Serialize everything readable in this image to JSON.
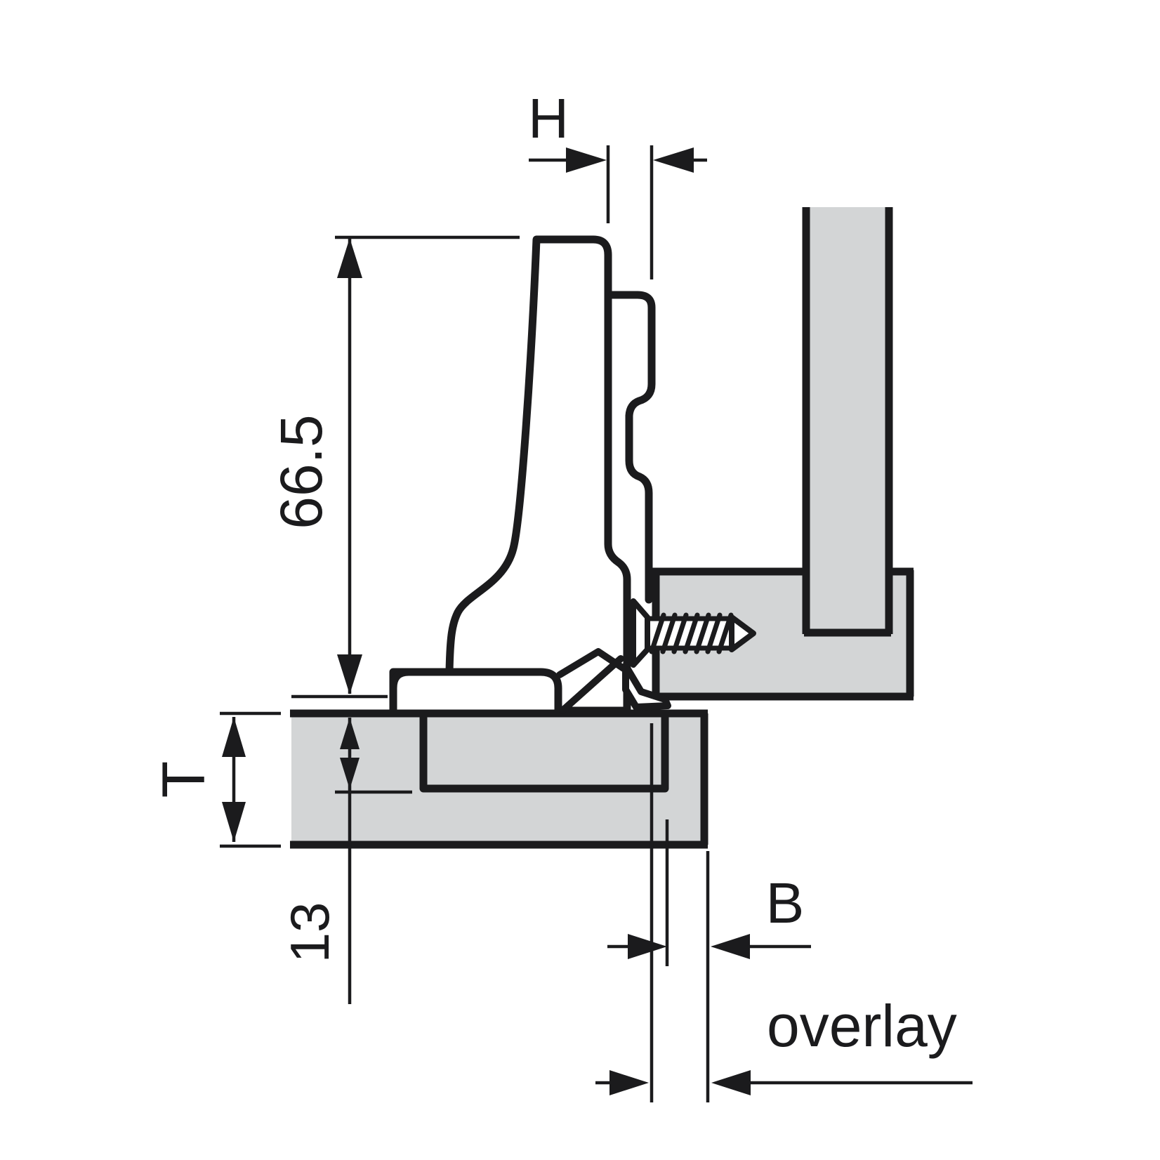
{
  "diagram": {
    "description": "Cross-section technical drawing of a concealed cabinet hinge mounted between a door panel and a cabinet side panel, annotated with mounting dimensions",
    "labels": {
      "plate_distance": "H",
      "arm_height": "66.5",
      "door_thickness": "T",
      "drilling_depth": "13",
      "bore_distance": "B",
      "overlay": "overlay"
    },
    "colors": {
      "panel_fill": "#d3d5d6",
      "line_color": "#1b1b1d",
      "background": "#ffffff"
    }
  }
}
